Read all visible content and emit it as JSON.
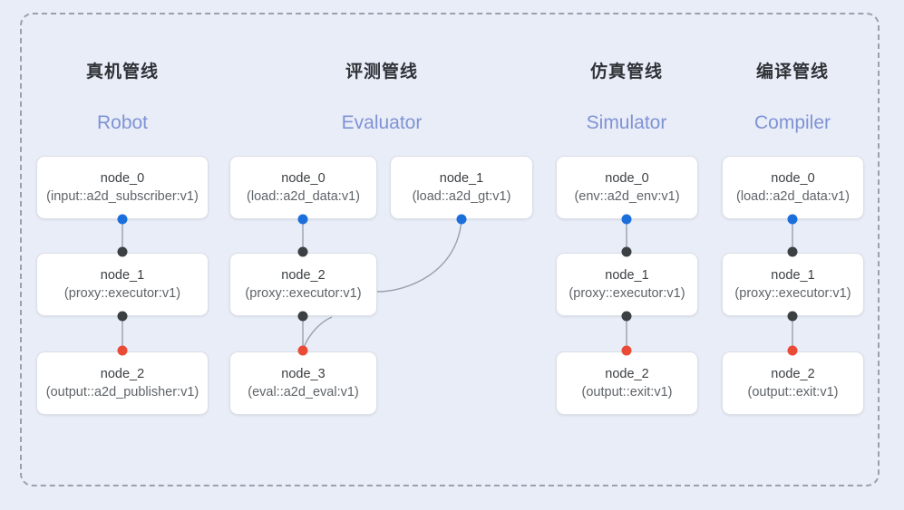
{
  "frame": {
    "label": "pipeline-graph-frame",
    "border_color": "#9aa0ae",
    "background": "#e9edf8"
  },
  "palette": {
    "port_in": "#1a6fdb",
    "port_mid": "#3c4043",
    "port_out": "#ea4b37",
    "subtitle": "#7f93d4",
    "title": "#2f3236",
    "node_bg": "#ffffff",
    "node_border": "#dcdfe6",
    "edge": "#9aa0ae"
  },
  "columns": [
    {
      "id": "robot",
      "title": "真机管线",
      "subtitle": "Robot",
      "nodes": [
        {
          "name": "node_0",
          "type": "(input::a2d_subscriber:v1)"
        },
        {
          "name": "node_1",
          "type": "(proxy::executor:v1)"
        },
        {
          "name": "node_2",
          "type": "(output::a2d_publisher:v1)"
        }
      ]
    },
    {
      "id": "evaluator",
      "title": "评测管线",
      "subtitle": "Evaluator",
      "nodes": [
        {
          "name": "node_0",
          "type": "(load::a2d_data:v1)"
        },
        {
          "name": "node_1",
          "type": "(load::a2d_gt:v1)"
        },
        {
          "name": "node_2",
          "type": "(proxy::executor:v1)"
        },
        {
          "name": "node_3",
          "type": "(eval::a2d_eval:v1)"
        }
      ]
    },
    {
      "id": "simulator",
      "title": "仿真管线",
      "subtitle": "Simulator",
      "nodes": [
        {
          "name": "node_0",
          "type": "(env::a2d_env:v1)"
        },
        {
          "name": "node_1",
          "type": "(proxy::executor:v1)"
        },
        {
          "name": "node_2",
          "type": "(output::exit:v1)"
        }
      ]
    },
    {
      "id": "compiler",
      "title": "编译管线",
      "subtitle": "Compiler",
      "nodes": [
        {
          "name": "node_0",
          "type": "(load::a2d_data:v1)"
        },
        {
          "name": "node_1",
          "type": "(proxy::executor:v1)"
        },
        {
          "name": "node_2",
          "type": "(output::exit:v1)"
        }
      ]
    }
  ]
}
